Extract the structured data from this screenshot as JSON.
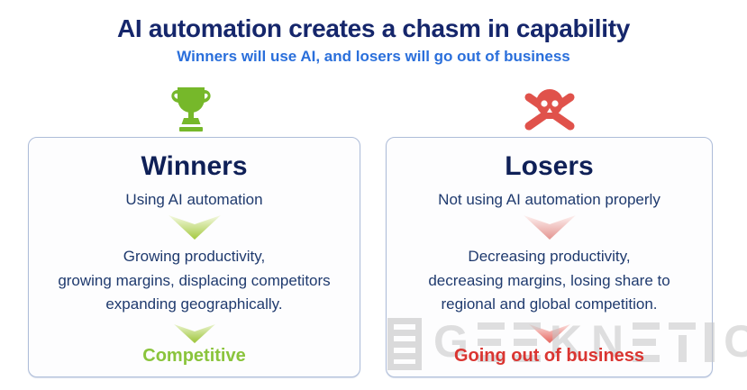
{
  "page": {
    "title": "AI automation creates a chasm in capability",
    "subtitle": "Winners will use AI, and losers will go out of business"
  },
  "cards": [
    {
      "icon": "trophy-icon",
      "heading": "Winners",
      "subheading": "Using AI automation",
      "body_lines": [
        "Growing productivity,",
        "growing margins, displacing competitors",
        "expanding geographically."
      ],
      "footer": "Competitive"
    },
    {
      "icon": "skull-crossbones-icon",
      "heading": "Losers",
      "subheading": "Not using AI automation properly",
      "body_lines": [
        "Decreasing productivity,",
        "decreasing margins, losing share to",
        "regional and global competition."
      ],
      "footer": "Going out of business"
    }
  ],
  "watermark": {
    "brand": "GEEKNETIC",
    "letters": [
      "G",
      "E",
      "E",
      "K",
      "N",
      "E",
      "T",
      "I",
      "C"
    ]
  },
  "colors": {
    "title_navy": "#15266b",
    "subtitle_blue": "#2a6fdb",
    "heading_navy": "#0f2057",
    "body_navy": "#1f3a6e",
    "card_border": "#aebdd9",
    "green_accent": "#8ac43c",
    "trophy_green": "#76b82a",
    "red_accent": "#da3531",
    "skull_red": "#e0524b",
    "watermark_gray": "#c6c6c6"
  }
}
